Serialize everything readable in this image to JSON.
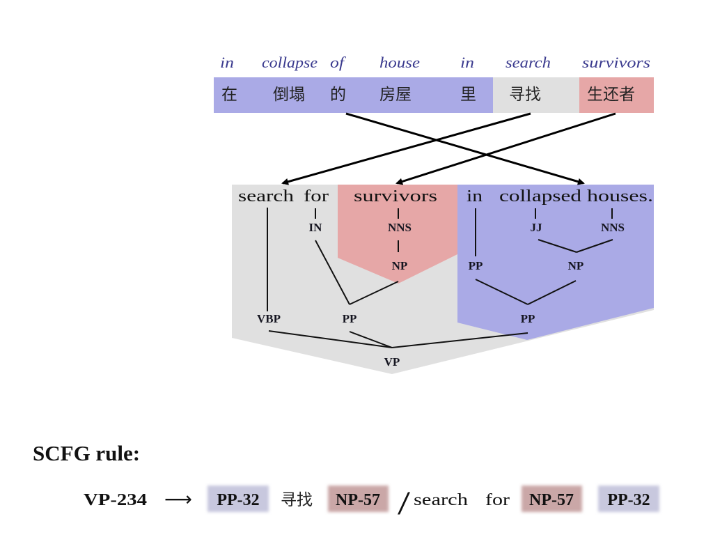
{
  "source": {
    "glosses": [
      "in",
      "collapse",
      "of",
      "house",
      "in",
      "search",
      "survivors"
    ],
    "words": [
      "在",
      "倒塌",
      "的",
      "房屋",
      "里",
      "寻找",
      "生还者"
    ]
  },
  "target": {
    "words": [
      "search",
      "for",
      "survivors",
      "in",
      "collapsed",
      "houses."
    ]
  },
  "tree": {
    "nodes": [
      "IN",
      "NNS",
      "NP",
      "JJ",
      "NNS",
      "PP",
      "NP",
      "VBP",
      "PP",
      "PP",
      "VP"
    ]
  },
  "rule": {
    "heading": "SCFG rule:",
    "lhs": "VP-234",
    "arrow": "⟶",
    "source": [
      "PP-32",
      "寻找",
      "NP-57"
    ],
    "separator": "/",
    "target": [
      "search",
      "for",
      "NP-57",
      "PP-32"
    ]
  },
  "colors": {
    "gloss_text": "#3a3a8e",
    "blue_span": "#aaaae6",
    "gray_span": "#e0e0e0",
    "pink_span": "#e6a7a7",
    "pp_chip": "#c8c8de",
    "np_chip": "#caa7a7"
  }
}
